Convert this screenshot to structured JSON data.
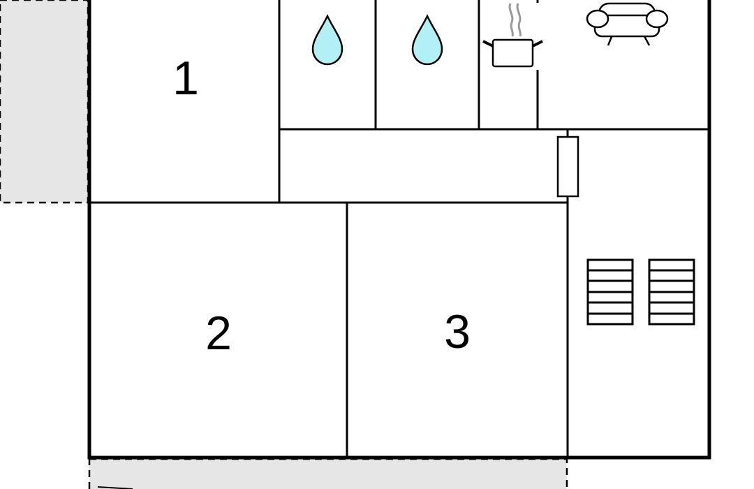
{
  "rooms": {
    "bedroom_1": {
      "label": "1"
    },
    "bedroom_2": {
      "label": "2"
    },
    "bedroom_3": {
      "label": "3"
    }
  },
  "icons": {
    "water_drop": "water-drop-icon",
    "cooking_pot": "cooking-pot-icon",
    "sofa": "sofa-icon",
    "stairs": "stairs-icon",
    "door": "door-icon"
  },
  "colors": {
    "wall": "#000000",
    "terrace_fill": "#e6e6e6",
    "water_drop_fill": "#b3f0f5",
    "steam": "#999999"
  }
}
